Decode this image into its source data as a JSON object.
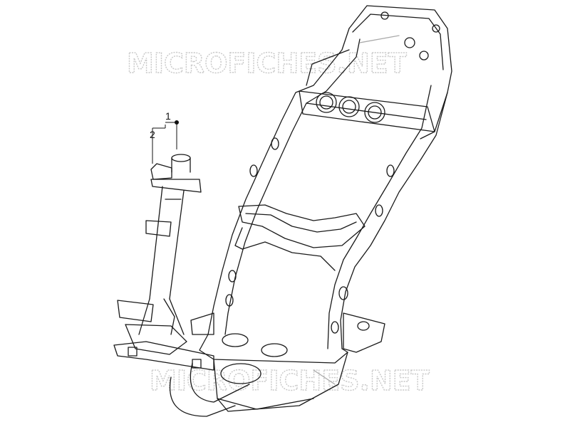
{
  "watermark": {
    "text_top": "MICROFICHES.NET",
    "text_bottom": "MICROFICHES.NET"
  },
  "callouts": [
    {
      "label": "1"
    },
    {
      "label": "2"
    }
  ],
  "colors": {
    "line": "#1a1a1a",
    "shade": "#d9d9d9",
    "watermark": "#c8c8c8"
  }
}
